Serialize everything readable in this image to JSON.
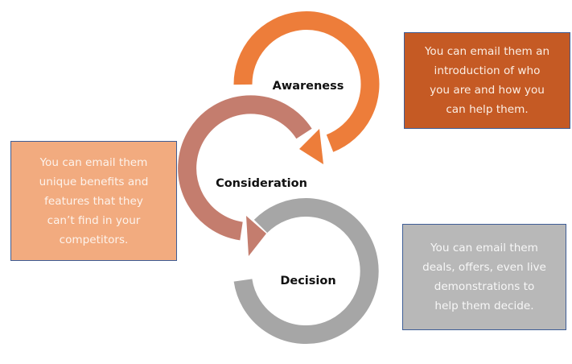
{
  "diagram": {
    "stages": [
      {
        "id": "awareness",
        "label": "Awareness",
        "color": "#ed7d3a",
        "description": "You can email them an\nintroduction of who\nyou are and how you\ncan help them.",
        "box_color": "#c55a24"
      },
      {
        "id": "consideration",
        "label": "Consideration",
        "color": "#c47d6e",
        "description": "You can email them\nunique benefits and\nfeatures that they\ncan’t find in your\ncompetitors.",
        "box_color": "#f2ab7f"
      },
      {
        "id": "decision",
        "label": "Decision",
        "color": "#a6a6a6",
        "description": "You can email them\ndeals, offers, even live\ndemonstrations to\nhelp them decide.",
        "box_color": "#b8b8b8"
      }
    ],
    "box_border_color": "#3e5d96"
  }
}
